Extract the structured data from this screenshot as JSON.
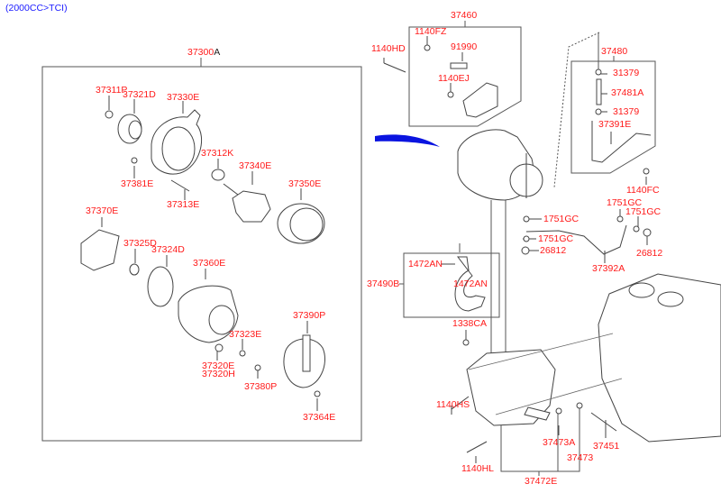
{
  "title": "(2000CC>TCI)",
  "colors": {
    "label": "#ff1a1a",
    "title": "#1a1aff",
    "arrow": "#0a14e0",
    "line": "#333333"
  },
  "groups": {
    "alternator_assembly": {
      "code": "37300",
      "suffix": "A"
    },
    "bracket_assembly": "37460",
    "oil_pipe_assembly": "37480",
    "hose_assembly": "37490B",
    "bracket_set": "37472E"
  },
  "labels": {
    "p37311P": "37311P",
    "p37321D": "37321D",
    "p37330E": "37330E",
    "p37312K": "37312K",
    "p37340E": "37340E",
    "p37381E": "37381E",
    "p37313E": "37313E",
    "p37350E": "37350E",
    "p37370E": "37370E",
    "p37325D": "37325D",
    "p37324D": "37324D",
    "p37360E": "37360E",
    "p37390P": "37390P",
    "p37323E": "37323E",
    "p37320E": "37320E",
    "p37320H": "37320H",
    "p37380P": "37380P",
    "p37364E": "37364E",
    "p1140HD": "1140HD",
    "p1140FZ": "1140FZ",
    "p91990": "91990",
    "p1140EJ": "1140EJ",
    "p31379a": "31379",
    "p37481A": "37481A",
    "p31379b": "31379",
    "p37391E": "37391E",
    "p1140FC": "1140FC",
    "p1751GC_a": "1751GC",
    "p1751GC_b": "1751GC",
    "p1751GC_c": "1751GC",
    "p1751GC_d": "1751GC",
    "p26812a": "26812",
    "p26812b": "26812",
    "p37392A": "37392A",
    "p1472AN_a": "1472AN",
    "p1472AN_b": "1472AN",
    "p1338CA": "1338CA",
    "p1140HS": "1140HS",
    "p1140HL": "1140HL",
    "p37473A": "37473A",
    "p37473": "37473",
    "p37451": "37451"
  }
}
